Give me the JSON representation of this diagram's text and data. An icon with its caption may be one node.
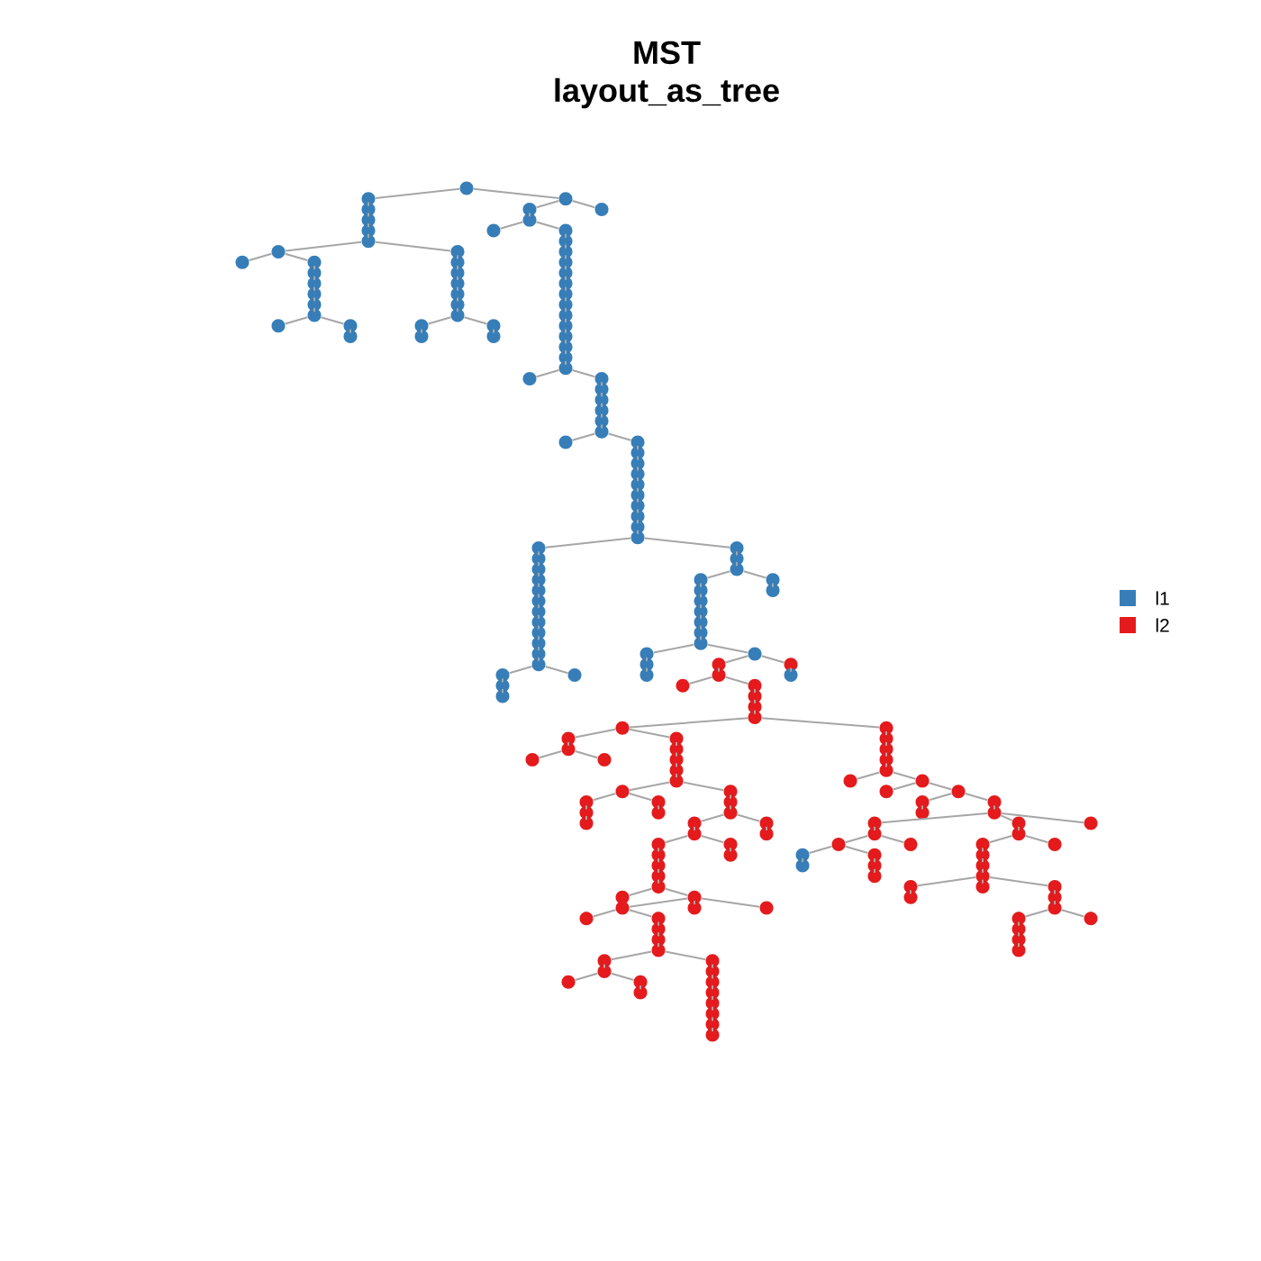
{
  "diagram": {
    "title": "MST layout_as_tree",
    "nodes": [
      {
        "text": [],
        "shape": "circle"
      },
      {
        "text": [],
        "shape": "circle"
      },
      {
        "text": [],
        "shape": "circle"
      },
      {
        "text": [],
        "shape": "circle"
      },
      {
        "text": [],
        "shape": "circle"
      },
      {
        "text": [],
        "shape": "circle"
      },
      {
        "text": [],
        "shape": "circle"
      },
      {
        "text": [],
        "shape": "circle"
      },
      {
        "text": [],
        "shape": "circle"
      },
      {
        "text": [],
        "shape": "circle"
      },
      {
        "text": [],
        "shape": "circle"
      },
      {
        "text": [],
        "shape": "circle"
      },
      {
        "text": [],
        "shape": "circle"
      },
      {
        "text": [],
        "shape": "circle"
      },
      {
        "text": [],
        "shape": "circle"
      },
      {
        "text": [],
        "shape": "circle"
      },
      {
        "text": [],
        "shape": "circle"
      },
      {
        "text": [],
        "shape": "circle"
      },
      {
        "text": [],
        "shape": "circle"
      },
      {
        "text": [],
        "shape": "circle"
      },
      {
        "text": [],
        "shape": "circle"
      },
      {
        "text": [],
        "shape": "circle"
      },
      {
        "text": [],
        "shape": "circle"
      },
      {
        "text": [],
        "shape": "circle"
      },
      {
        "text": [],
        "shape": "circle"
      },
      {
        "text": [],
        "shape": "circle"
      },
      {
        "text": [],
        "shape": "circle"
      },
      {
        "text": [],
        "shape": "circle"
      },
      {
        "text": [],
        "shape": "circle"
      },
      {
        "text": [],
        "shape": "circle"
      },
      {
        "text": [],
        "shape": "circle"
      },
      {
        "text": [],
        "shape": "circle"
      },
      {
        "text": [],
        "shape": "circle"
      },
      {
        "text": [],
        "shape": "circle"
      },
      {
        "text": [],
        "shape": "circle"
      },
      {
        "text": [],
        "shape": "circle"
      },
      {
        "text": [],
        "shape": "circle"
      },
      {
        "text": [],
        "shape": "circle"
      },
      {
        "text": [],
        "shape": "circle"
      },
      {
        "text": [],
        "shape": "circle"
      },
      {
        "text": [],
        "shape": "circle"
      },
      {
        "text": [],
        "shape": "circle"
      },
      {
        "text": [],
        "shape": "circle"
      },
      {
        "text": [],
        "shape": "circle"
      },
      {
        "text": [],
        "shape": "circle"
      },
      {
        "text": [],
        "shape": "circle"
      },
      {
        "text": [],
        "shape": "circle"
      },
      {
        "text": [],
        "shape": "circle"
      },
      {
        "text": [],
        "shape": "circle"
      },
      {
        "text": [],
        "shape": "circle"
      },
      {
        "text": [],
        "shape": "circle"
      },
      {
        "text": [],
        "shape": "circle"
      },
      {
        "text": [],
        "shape": "circle"
      },
      {
        "text": [],
        "shape": "circle"
      },
      {
        "text": [],
        "shape": "circle"
      },
      {
        "text": [],
        "shape": "circle"
      },
      {
        "text": [],
        "shape": "circle"
      },
      {
        "text": [],
        "shape": "circle"
      },
      {
        "text": [],
        "shape": "circle"
      },
      {
        "text": [],
        "shape": "circle"
      },
      {
        "text": [],
        "shape": "circle"
      },
      {
        "text": [],
        "shape": "circle"
      },
      {
        "text": [],
        "shape": "circle"
      },
      {
        "text": [],
        "shape": "circle"
      },
      {
        "text": [],
        "shape": "circle"
      },
      {
        "text": [],
        "shape": "circle"
      },
      {
        "text": [],
        "shape": "circle"
      },
      {
        "text": [],
        "shape": "circle"
      },
      {
        "text": [],
        "shape": "circle"
      },
      {
        "text": [],
        "shape": "circle"
      },
      {
        "text": [],
        "shape": "circle"
      },
      {
        "text": [],
        "shape": "circle"
      },
      {
        "text": [],
        "shape": "circle"
      },
      {
        "text": [],
        "shape": "circle"
      },
      {
        "text": [],
        "shape": "circle"
      },
      {
        "text": [],
        "shape": "circle"
      },
      {
        "text": [],
        "shape": "circle"
      },
      {
        "text": [],
        "shape": "circle"
      },
      {
        "text": [],
        "shape": "circle"
      },
      {
        "text": [],
        "shape": "circle"
      },
      {
        "text": [],
        "shape": "circle"
      },
      {
        "text": [],
        "shape": "circle"
      },
      {
        "text": [],
        "shape": "circle"
      },
      {
        "text": [],
        "shape": "circle"
      },
      {
        "text": [],
        "shape": "circle"
      },
      {
        "text": [],
        "shape": "circle"
      },
      {
        "text": [],
        "shape": "circle"
      },
      {
        "text": [],
        "shape": "circle"
      },
      {
        "text": [],
        "shape": "circle"
      },
      {
        "text": [],
        "shape": "circle"
      },
      {
        "text": [],
        "shape": "circle"
      },
      {
        "text": [],
        "shape": "circle"
      },
      {
        "text": [],
        "shape": "circle"
      },
      {
        "text": [],
        "shape": "circle"
      },
      {
        "text": [],
        "shape": "circle"
      },
      {
        "text": [],
        "shape": "circle"
      },
      {
        "text": [],
        "shape": "circle"
      },
      {
        "text": [],
        "shape": "circle"
      },
      {
        "text": [],
        "shape": "circle"
      },
      {
        "text": [],
        "shape": "circle"
      },
      {
        "text": [],
        "shape": "circle"
      },
      {
        "text": [],
        "shape": "circle"
      },
      {
        "text": [],
        "shape": "circle"
      },
      {
        "text": [],
        "shape": "circle"
      },
      {
        "text": [],
        "shape": "circle"
      },
      {
        "text": [],
        "shape": "circle"
      },
      {
        "text": [],
        "shape": "circle"
      },
      {
        "text": [],
        "shape": "circle"
      },
      {
        "text": [],
        "shape": "circle"
      },
      {
        "text": [],
        "shape": "circle"
      },
      {
        "text": [],
        "shape": "circle"
      },
      {
        "text": [],
        "shape": "circle"
      },
      {
        "text": [],
        "shape": "circle"
      },
      {
        "text": [],
        "shape": "circle"
      },
      {
        "text": [],
        "shape": "circle"
      },
      {
        "text": [],
        "shape": "circle"
      },
      {
        "text": [],
        "shape": "circle"
      },
      {
        "text": [],
        "shape": "circle"
      },
      {
        "text": [],
        "shape": "circle"
      },
      {
        "text": [],
        "shape": "circle"
      },
      {
        "text": [],
        "shape": "circle"
      },
      {
        "text": [],
        "shape": "circle"
      },
      {
        "text": [],
        "shape": "circle"
      },
      {
        "text": [],
        "shape": "circle"
      },
      {
        "text": [],
        "shape": "circle"
      },
      {
        "text": [],
        "shape": "circle"
      },
      {
        "text": [],
        "shape": "circle"
      },
      {
        "text": [],
        "shape": "circle"
      },
      {
        "text": [],
        "shape": "circle"
      },
      {
        "text": [],
        "shape": "circle"
      },
      {
        "text": [],
        "shape": "circle"
      },
      {
        "text": [],
        "shape": "circle"
      },
      {
        "text": [],
        "shape": "circle"
      },
      {
        "text": [],
        "shape": "circle"
      },
      {
        "text": [],
        "shape": "circle"
      },
      {
        "text": [],
        "shape": "circle"
      },
      {
        "text": [],
        "shape": "circle"
      },
      {
        "text": [],
        "shape": "circle"
      },
      {
        "text": [],
        "shape": "circle"
      },
      {
        "text": [],
        "shape": "circle"
      },
      {
        "text": [],
        "shape": "circle"
      },
      {
        "text": [],
        "shape": "circle"
      },
      {
        "text": [],
        "shape": "circle"
      },
      {
        "text": [],
        "shape": "circle"
      },
      {
        "text": [],
        "shape": "circle"
      },
      {
        "text": [],
        "shape": "circle"
      },
      {
        "text": [],
        "shape": "circle"
      },
      {
        "text": [],
        "shape": "circle"
      },
      {
        "text": [],
        "shape": "circle"
      },
      {
        "text": [],
        "shape": "circle"
      },
      {
        "text": [],
        "shape": "circle"
      },
      {
        "text": [],
        "shape": "circle"
      },
      {
        "text": [],
        "shape": "circle"
      },
      {
        "text": [],
        "shape": "circle"
      },
      {
        "text": [],
        "shape": "circle"
      },
      {
        "text": [],
        "shape": "circle"
      },
      {
        "text": [],
        "shape": "circle"
      },
      {
        "text": [],
        "shape": "circle"
      },
      {
        "text": [],
        "shape": "circle"
      },
      {
        "text": [],
        "shape": "circle"
      },
      {
        "text": [],
        "shape": "circle"
      },
      {
        "text": [],
        "shape": "circle"
      },
      {
        "text": [],
        "shape": "circle"
      },
      {
        "text": [],
        "shape": "circle"
      },
      {
        "text": [],
        "shape": "circle"
      },
      {
        "text": [],
        "shape": "circle"
      },
      {
        "text": [],
        "shape": "circle"
      },
      {
        "text": [],
        "shape": "circle"
      },
      {
        "text": [],
        "shape": "circle"
      },
      {
        "text": [],
        "shape": "circle"
      },
      {
        "text": [],
        "shape": "circle"
      },
      {
        "text": [],
        "shape": "circle"
      },
      {
        "text": [],
        "shape": "circle"
      },
      {
        "text": [],
        "shape": "circle"
      },
      {
        "text": [],
        "shape": "circle"
      },
      {
        "text": [],
        "shape": "circle"
      },
      {
        "text": [],
        "shape": "circle"
      },
      {
        "text": [],
        "shape": "circle"
      },
      {
        "text": [],
        "shape": "circle"
      },
      {
        "text": [],
        "shape": "circle"
      },
      {
        "text": [],
        "shape": "circle"
      },
      {
        "text": [],
        "shape": "circle"
      },
      {
        "text": [],
        "shape": "circle"
      },
      {
        "text": [],
        "shape": "circle"
      },
      {
        "text": [],
        "shape": "circle"
      },
      {
        "text": [],
        "shape": "circle"
      },
      {
        "text": [],
        "shape": "circle"
      },
      {
        "text": [],
        "shape": "circle"
      },
      {
        "text": [],
        "shape": "circle"
      },
      {
        "text": [],
        "shape": "circle"
      },
      {
        "text": [],
        "shape": "circle"
      },
      {
        "text": [],
        "shape": "circle"
      },
      {
        "text": [],
        "shape": "circle"
      },
      {
        "text": [],
        "shape": "circle"
      },
      {
        "text": [],
        "shape": "circle"
      },
      {
        "text": [],
        "shape": "circle"
      },
      {
        "text": [],
        "shape": "circle"
      },
      {
        "text": [],
        "shape": "circle"
      },
      {
        "text": [],
        "shape": "circle"
      },
      {
        "text": [],
        "shape": "circle"
      }
    ],
    "edges": [
      {
        "from": 0,
        "to": 1,
        "arrow": "none"
      },
      {
        "from": 1,
        "to": 2,
        "arrow": "none"
      },
      {
        "from": 2,
        "to": 3,
        "arrow": "none"
      },
      {
        "from": 3,
        "to": 4,
        "arrow": "none"
      },
      {
        "from": 4,
        "to": 5,
        "arrow": "none"
      },
      {
        "from": 5,
        "to": 6,
        "arrow": "none"
      },
      {
        "from": 5,
        "to": 7,
        "arrow": "none"
      },
      {
        "from": 6,
        "to": 8,
        "arrow": "none"
      },
      {
        "from": 6,
        "to": 9,
        "arrow": "none"
      },
      {
        "from": 9,
        "to": 10,
        "arrow": "none"
      },
      {
        "from": 10,
        "to": 11,
        "arrow": "none"
      },
      {
        "from": 11,
        "to": 12,
        "arrow": "none"
      },
      {
        "from": 12,
        "to": 13,
        "arrow": "none"
      },
      {
        "from": 13,
        "to": 14,
        "arrow": "none"
      },
      {
        "from": 14,
        "to": 15,
        "arrow": "none"
      },
      {
        "from": 14,
        "to": 16,
        "arrow": "none"
      },
      {
        "from": 16,
        "to": 17,
        "arrow": "none"
      },
      {
        "from": 7,
        "to": 18,
        "arrow": "none"
      },
      {
        "from": 18,
        "to": 19,
        "arrow": "none"
      },
      {
        "from": 19,
        "to": 20,
        "arrow": "none"
      },
      {
        "from": 20,
        "to": 21,
        "arrow": "none"
      },
      {
        "from": 21,
        "to": 22,
        "arrow": "none"
      },
      {
        "from": 22,
        "to": 23,
        "arrow": "none"
      },
      {
        "from": 23,
        "to": 24,
        "arrow": "none"
      },
      {
        "from": 24,
        "to": 25,
        "arrow": "none"
      },
      {
        "from": 23,
        "to": 26,
        "arrow": "none"
      },
      {
        "from": 26,
        "to": 27,
        "arrow": "none"
      },
      {
        "from": 0,
        "to": 28,
        "arrow": "none"
      },
      {
        "from": 28,
        "to": 29,
        "arrow": "none"
      },
      {
        "from": 28,
        "to": 30,
        "arrow": "none"
      },
      {
        "from": 29,
        "to": 31,
        "arrow": "none"
      },
      {
        "from": 31,
        "to": 32,
        "arrow": "none"
      },
      {
        "from": 31,
        "to": 33,
        "arrow": "none"
      },
      {
        "from": 33,
        "to": 34,
        "arrow": "none"
      },
      {
        "from": 34,
        "to": 35,
        "arrow": "none"
      },
      {
        "from": 35,
        "to": 36,
        "arrow": "none"
      },
      {
        "from": 36,
        "to": 37,
        "arrow": "none"
      },
      {
        "from": 37,
        "to": 38,
        "arrow": "none"
      },
      {
        "from": 38,
        "to": 39,
        "arrow": "none"
      },
      {
        "from": 39,
        "to": 40,
        "arrow": "none"
      },
      {
        "from": 40,
        "to": 41,
        "arrow": "none"
      },
      {
        "from": 41,
        "to": 42,
        "arrow": "none"
      },
      {
        "from": 42,
        "to": 43,
        "arrow": "none"
      },
      {
        "from": 43,
        "to": 44,
        "arrow": "none"
      },
      {
        "from": 44,
        "to": 45,
        "arrow": "none"
      },
      {
        "from": 45,
        "to": 46,
        "arrow": "none"
      },
      {
        "from": 46,
        "to": 47,
        "arrow": "none"
      },
      {
        "from": 46,
        "to": 48,
        "arrow": "none"
      },
      {
        "from": 48,
        "to": 49,
        "arrow": "none"
      },
      {
        "from": 49,
        "to": 50,
        "arrow": "none"
      },
      {
        "from": 50,
        "to": 51,
        "arrow": "none"
      },
      {
        "from": 51,
        "to": 52,
        "arrow": "none"
      },
      {
        "from": 52,
        "to": 53,
        "arrow": "none"
      },
      {
        "from": 53,
        "to": 54,
        "arrow": "none"
      },
      {
        "from": 53,
        "to": 55,
        "arrow": "none"
      },
      {
        "from": 55,
        "to": 56,
        "arrow": "none"
      },
      {
        "from": 56,
        "to": 57,
        "arrow": "none"
      },
      {
        "from": 57,
        "to": 58,
        "arrow": "none"
      },
      {
        "from": 58,
        "to": 59,
        "arrow": "none"
      },
      {
        "from": 59,
        "to": 60,
        "arrow": "none"
      },
      {
        "from": 60,
        "to": 61,
        "arrow": "none"
      },
      {
        "from": 61,
        "to": 62,
        "arrow": "none"
      },
      {
        "from": 62,
        "to": 63,
        "arrow": "none"
      },
      {
        "from": 63,
        "to": 64,
        "arrow": "none"
      },
      {
        "from": 64,
        "to": 65,
        "arrow": "none"
      },
      {
        "from": 65,
        "to": 66,
        "arrow": "none"
      },
      {
        "from": 66,
        "to": 67,
        "arrow": "none"
      },
      {
        "from": 67,
        "to": 68,
        "arrow": "none"
      },
      {
        "from": 68,
        "to": 69,
        "arrow": "none"
      },
      {
        "from": 69,
        "to": 70,
        "arrow": "none"
      },
      {
        "from": 70,
        "to": 71,
        "arrow": "none"
      },
      {
        "from": 71,
        "to": 72,
        "arrow": "none"
      },
      {
        "from": 72,
        "to": 73,
        "arrow": "none"
      },
      {
        "from": 73,
        "to": 74,
        "arrow": "none"
      },
      {
        "from": 74,
        "to": 75,
        "arrow": "none"
      },
      {
        "from": 75,
        "to": 76,
        "arrow": "none"
      },
      {
        "from": 76,
        "to": 77,
        "arrow": "none"
      },
      {
        "from": 77,
        "to": 78,
        "arrow": "none"
      },
      {
        "from": 78,
        "to": 79,
        "arrow": "none"
      },
      {
        "from": 76,
        "to": 80,
        "arrow": "none"
      },
      {
        "from": 64,
        "to": 81,
        "arrow": "none"
      },
      {
        "from": 81,
        "to": 82,
        "arrow": "none"
      },
      {
        "from": 82,
        "to": 83,
        "arrow": "none"
      },
      {
        "from": 83,
        "to": 84,
        "arrow": "none"
      },
      {
        "from": 84,
        "to": 85,
        "arrow": "none"
      },
      {
        "from": 85,
        "to": 86,
        "arrow": "none"
      },
      {
        "from": 86,
        "to": 87,
        "arrow": "none"
      },
      {
        "from": 87,
        "to": 88,
        "arrow": "none"
      },
      {
        "from": 88,
        "to": 89,
        "arrow": "none"
      },
      {
        "from": 89,
        "to": 90,
        "arrow": "none"
      },
      {
        "from": 90,
        "to": 91,
        "arrow": "none"
      },
      {
        "from": 91,
        "to": 92,
        "arrow": "none"
      },
      {
        "from": 92,
        "to": 93,
        "arrow": "none"
      },
      {
        "from": 90,
        "to": 94,
        "arrow": "none"
      },
      {
        "from": 94,
        "to": 95,
        "arrow": "none"
      },
      {
        "from": 95,
        "to": 96,
        "arrow": "none"
      },
      {
        "from": 96,
        "to": 97,
        "arrow": "none"
      },
      {
        "from": 96,
        "to": 98,
        "arrow": "none"
      },
      {
        "from": 98,
        "to": 99,
        "arrow": "none"
      },
      {
        "from": 99,
        "to": 100,
        "arrow": "none"
      },
      {
        "from": 100,
        "to": 101,
        "arrow": "none"
      },
      {
        "from": 94,
        "to": 102,
        "arrow": "none"
      },
      {
        "from": 102,
        "to": 103,
        "arrow": "none"
      },
      {
        "from": 83,
        "to": 104,
        "arrow": "none"
      },
      {
        "from": 104,
        "to": 105,
        "arrow": "none"
      },
      {
        "from": 101,
        "to": 106,
        "arrow": "none"
      },
      {
        "from": 106,
        "to": 107,
        "arrow": "none"
      },
      {
        "from": 107,
        "to": 108,
        "arrow": "none"
      },
      {
        "from": 108,
        "to": 109,
        "arrow": "none"
      },
      {
        "from": 108,
        "to": 110,
        "arrow": "none"
      },
      {
        "from": 106,
        "to": 111,
        "arrow": "none"
      },
      {
        "from": 111,
        "to": 112,
        "arrow": "none"
      },
      {
        "from": 112,
        "to": 113,
        "arrow": "none"
      },
      {
        "from": 113,
        "to": 114,
        "arrow": "none"
      },
      {
        "from": 114,
        "to": 115,
        "arrow": "none"
      },
      {
        "from": 115,
        "to": 116,
        "arrow": "none"
      },
      {
        "from": 116,
        "to": 117,
        "arrow": "none"
      },
      {
        "from": 117,
        "to": 118,
        "arrow": "none"
      },
      {
        "from": 118,
        "to": 119,
        "arrow": "none"
      },
      {
        "from": 116,
        "to": 120,
        "arrow": "none"
      },
      {
        "from": 120,
        "to": 121,
        "arrow": "none"
      },
      {
        "from": 115,
        "to": 122,
        "arrow": "none"
      },
      {
        "from": 122,
        "to": 123,
        "arrow": "none"
      },
      {
        "from": 123,
        "to": 124,
        "arrow": "none"
      },
      {
        "from": 124,
        "to": 125,
        "arrow": "none"
      },
      {
        "from": 125,
        "to": 126,
        "arrow": "none"
      },
      {
        "from": 124,
        "to": 127,
        "arrow": "none"
      },
      {
        "from": 127,
        "to": 128,
        "arrow": "none"
      },
      {
        "from": 126,
        "to": 129,
        "arrow": "none"
      },
      {
        "from": 129,
        "to": 130,
        "arrow": "none"
      },
      {
        "from": 130,
        "to": 131,
        "arrow": "none"
      },
      {
        "from": 131,
        "to": 132,
        "arrow": "none"
      },
      {
        "from": 132,
        "to": 133,
        "arrow": "none"
      },
      {
        "from": 126,
        "to": 134,
        "arrow": "none"
      },
      {
        "from": 134,
        "to": 135,
        "arrow": "none"
      },
      {
        "from": 133,
        "to": 136,
        "arrow": "none"
      },
      {
        "from": 133,
        "to": 137,
        "arrow": "none"
      },
      {
        "from": 137,
        "to": 138,
        "arrow": "none"
      },
      {
        "from": 137,
        "to": 139,
        "arrow": "none"
      },
      {
        "from": 137,
        "to": 140,
        "arrow": "none"
      },
      {
        "from": 138,
        "to": 141,
        "arrow": "none"
      },
      {
        "from": 138,
        "to": 142,
        "arrow": "none"
      },
      {
        "from": 142,
        "to": 143,
        "arrow": "none"
      },
      {
        "from": 143,
        "to": 144,
        "arrow": "none"
      },
      {
        "from": 144,
        "to": 145,
        "arrow": "none"
      },
      {
        "from": 145,
        "to": 146,
        "arrow": "none"
      },
      {
        "from": 146,
        "to": 147,
        "arrow": "none"
      },
      {
        "from": 147,
        "to": 148,
        "arrow": "none"
      },
      {
        "from": 147,
        "to": 149,
        "arrow": "none"
      },
      {
        "from": 149,
        "to": 150,
        "arrow": "none"
      },
      {
        "from": 145,
        "to": 151,
        "arrow": "none"
      },
      {
        "from": 151,
        "to": 152,
        "arrow": "none"
      },
      {
        "from": 152,
        "to": 153,
        "arrow": "none"
      },
      {
        "from": 153,
        "to": 154,
        "arrow": "none"
      },
      {
        "from": 154,
        "to": 155,
        "arrow": "none"
      },
      {
        "from": 155,
        "to": 156,
        "arrow": "none"
      },
      {
        "from": 156,
        "to": 157,
        "arrow": "none"
      },
      {
        "from": 157,
        "to": 158,
        "arrow": "none"
      },
      {
        "from": 101,
        "to": 159,
        "arrow": "none"
      },
      {
        "from": 159,
        "to": 160,
        "arrow": "none"
      },
      {
        "from": 160,
        "to": 161,
        "arrow": "none"
      },
      {
        "from": 161,
        "to": 162,
        "arrow": "none"
      },
      {
        "from": 162,
        "to": 163,
        "arrow": "none"
      },
      {
        "from": 163,
        "to": 164,
        "arrow": "none"
      },
      {
        "from": 163,
        "to": 165,
        "arrow": "none"
      },
      {
        "from": 165,
        "to": 166,
        "arrow": "none"
      },
      {
        "from": 165,
        "to": 167,
        "arrow": "none"
      },
      {
        "from": 167,
        "to": 168,
        "arrow": "none"
      },
      {
        "from": 168,
        "to": 169,
        "arrow": "none"
      },
      {
        "from": 167,
        "to": 170,
        "arrow": "none"
      },
      {
        "from": 170,
        "to": 171,
        "arrow": "none"
      },
      {
        "from": 171,
        "to": 172,
        "arrow": "none"
      },
      {
        "from": 172,
        "to": 173,
        "arrow": "none"
      },
      {
        "from": 173,
        "to": 174,
        "arrow": "none"
      },
      {
        "from": 174,
        "to": 175,
        "arrow": "none"
      },
      {
        "from": 175,
        "to": 176,
        "arrow": "none"
      },
      {
        "from": 174,
        "to": 177,
        "arrow": "none"
      },
      {
        "from": 177,
        "to": 178,
        "arrow": "none"
      },
      {
        "from": 178,
        "to": 179,
        "arrow": "none"
      },
      {
        "from": 173,
        "to": 180,
        "arrow": "none"
      },
      {
        "from": 171,
        "to": 181,
        "arrow": "none"
      },
      {
        "from": 181,
        "to": 182,
        "arrow": "none"
      },
      {
        "from": 182,
        "to": 183,
        "arrow": "none"
      },
      {
        "from": 183,
        "to": 184,
        "arrow": "none"
      },
      {
        "from": 184,
        "to": 185,
        "arrow": "none"
      },
      {
        "from": 185,
        "to": 186,
        "arrow": "none"
      },
      {
        "from": 186,
        "to": 187,
        "arrow": "none"
      },
      {
        "from": 187,
        "to": 188,
        "arrow": "none"
      },
      {
        "from": 186,
        "to": 189,
        "arrow": "none"
      },
      {
        "from": 186,
        "to": 190,
        "arrow": "none"
      },
      {
        "from": 190,
        "to": 191,
        "arrow": "none"
      },
      {
        "from": 191,
        "to": 192,
        "arrow": "none"
      },
      {
        "from": 192,
        "to": 193,
        "arrow": "none"
      },
      {
        "from": 193,
        "to": 194,
        "arrow": "none"
      },
      {
        "from": 194,
        "to": 195,
        "arrow": "none"
      },
      {
        "from": 195,
        "to": 196,
        "arrow": "none"
      },
      {
        "from": 192,
        "to": 197,
        "arrow": "none"
      },
      {
        "from": 182,
        "to": 198,
        "arrow": "none"
      },
      {
        "from": 171,
        "to": 199,
        "arrow": "none"
      }
    ],
    "legend": [
      {
        "text": "l1",
        "color": "#377eb8"
      },
      {
        "text": "l2",
        "color": "#e41a1c"
      }
    ]
  }
}
